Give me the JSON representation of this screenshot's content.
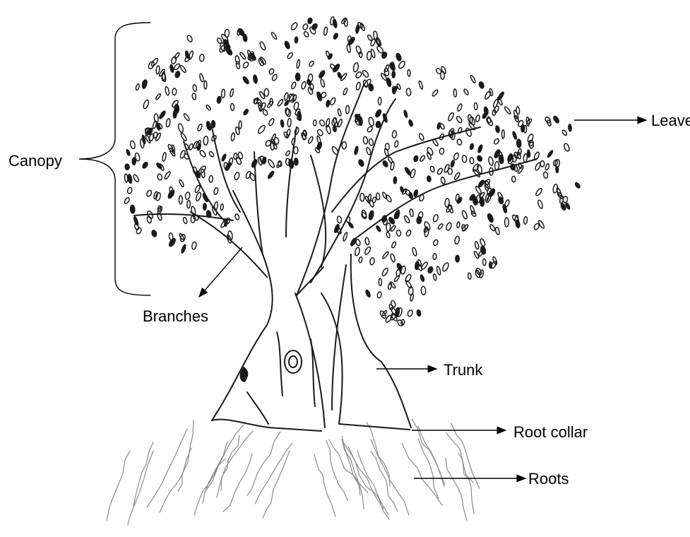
{
  "labels": {
    "canopy": "Canopy",
    "leaves": "Leaves",
    "branches": "Branches",
    "trunk": "Trunk",
    "root_collar": "Root collar",
    "roots": "Roots"
  },
  "colors": {
    "ink": "#1a1a1a",
    "background": "#ffffff"
  }
}
